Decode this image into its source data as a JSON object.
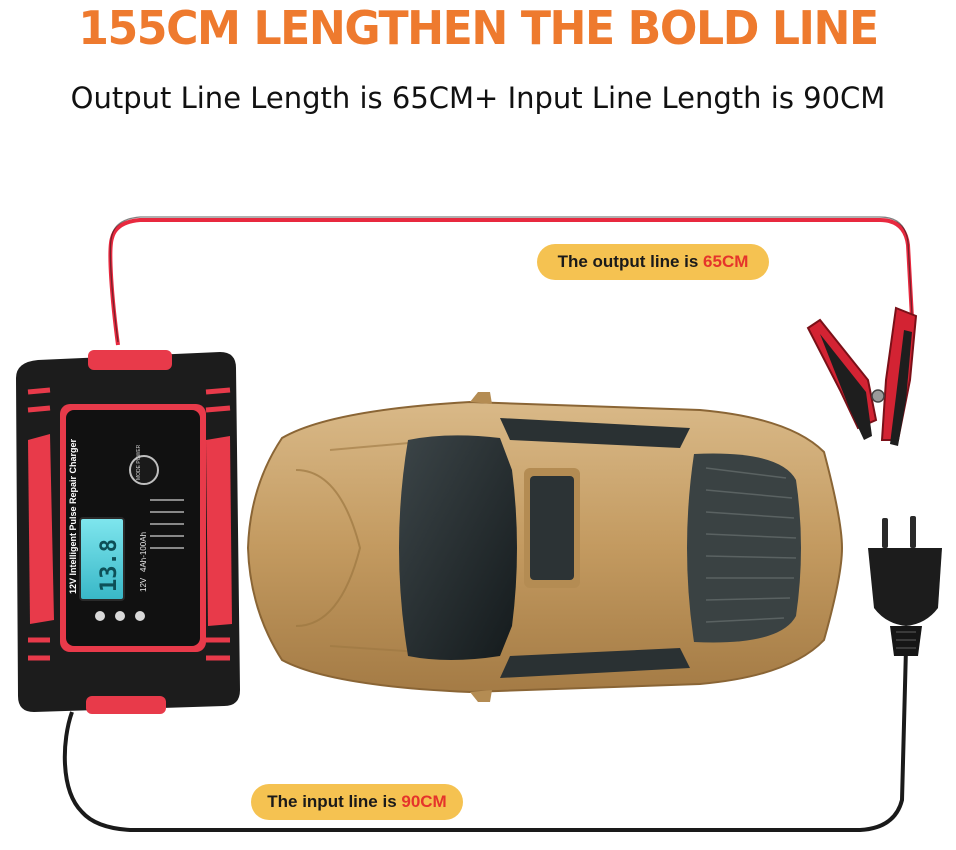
{
  "headline": "155CM LENGTHEN THE BOLD LINE",
  "subline": "Output Line Length is 65CM+ Input Line Length is 90CM",
  "output_label": {
    "prefix": "The output line is ",
    "value": "65CM"
  },
  "input_label": {
    "prefix": "The input line is ",
    "value": "90CM"
  },
  "charger": {
    "title": "12V Intelligent Pulse Repair Charger",
    "spec_voltage": "12V",
    "spec_capacity": "4Ah-100Ah",
    "display_value": "13.8",
    "mode_button": "MODE POWER"
  },
  "colors": {
    "headline": "#ee7a2e",
    "label_pill": "#f5c251",
    "highlight": "#e5342b",
    "output_wire": "#e8293f",
    "input_wire": "#1a1a1a",
    "charger_body": "#e83a4a",
    "car_body": "#c9a56e"
  },
  "icons": [
    "charger-icon",
    "car-icon",
    "battery-clamp-icon",
    "power-plug-icon"
  ]
}
